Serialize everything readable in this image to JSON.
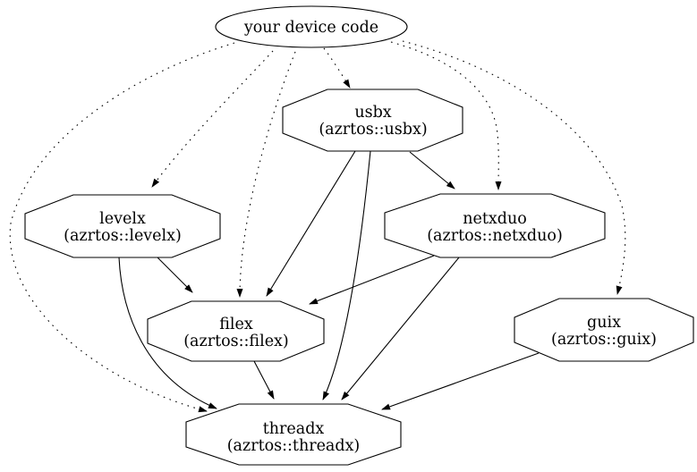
{
  "diagram": {
    "type": "dependency-graph",
    "background_color": "#ffffff",
    "stroke_color": "#000000",
    "nodes": [
      {
        "id": "device",
        "shape": "ellipse",
        "label": "your device code"
      },
      {
        "id": "usbx",
        "shape": "octagon",
        "label": "usbx",
        "sublabel": "(azrtos::usbx)"
      },
      {
        "id": "levelx",
        "shape": "octagon",
        "label": "levelx",
        "sublabel": "(azrtos::levelx)"
      },
      {
        "id": "netxduo",
        "shape": "octagon",
        "label": "netxduo",
        "sublabel": "(azrtos::netxduo)"
      },
      {
        "id": "filex",
        "shape": "octagon",
        "label": "filex",
        "sublabel": "(azrtos::filex)"
      },
      {
        "id": "guix",
        "shape": "octagon",
        "label": "guix",
        "sublabel": "(azrtos::guix)"
      },
      {
        "id": "threadx",
        "shape": "octagon",
        "label": "threadx",
        "sublabel": "(azrtos::threadx)"
      }
    ],
    "edges": [
      {
        "from": "device",
        "to": "usbx",
        "style": "dotted"
      },
      {
        "from": "device",
        "to": "levelx",
        "style": "dotted"
      },
      {
        "from": "device",
        "to": "filex",
        "style": "dotted"
      },
      {
        "from": "device",
        "to": "netxduo",
        "style": "dotted"
      },
      {
        "from": "device",
        "to": "guix",
        "style": "dotted"
      },
      {
        "from": "device",
        "to": "threadx",
        "style": "dotted"
      },
      {
        "from": "usbx",
        "to": "netxduo",
        "style": "solid"
      },
      {
        "from": "usbx",
        "to": "filex",
        "style": "solid"
      },
      {
        "from": "usbx",
        "to": "threadx",
        "style": "solid"
      },
      {
        "from": "levelx",
        "to": "filex",
        "style": "solid"
      },
      {
        "from": "levelx",
        "to": "threadx",
        "style": "solid"
      },
      {
        "from": "netxduo",
        "to": "filex",
        "style": "solid"
      },
      {
        "from": "netxduo",
        "to": "threadx",
        "style": "solid"
      },
      {
        "from": "filex",
        "to": "threadx",
        "style": "solid"
      },
      {
        "from": "guix",
        "to": "threadx",
        "style": "solid"
      }
    ]
  }
}
